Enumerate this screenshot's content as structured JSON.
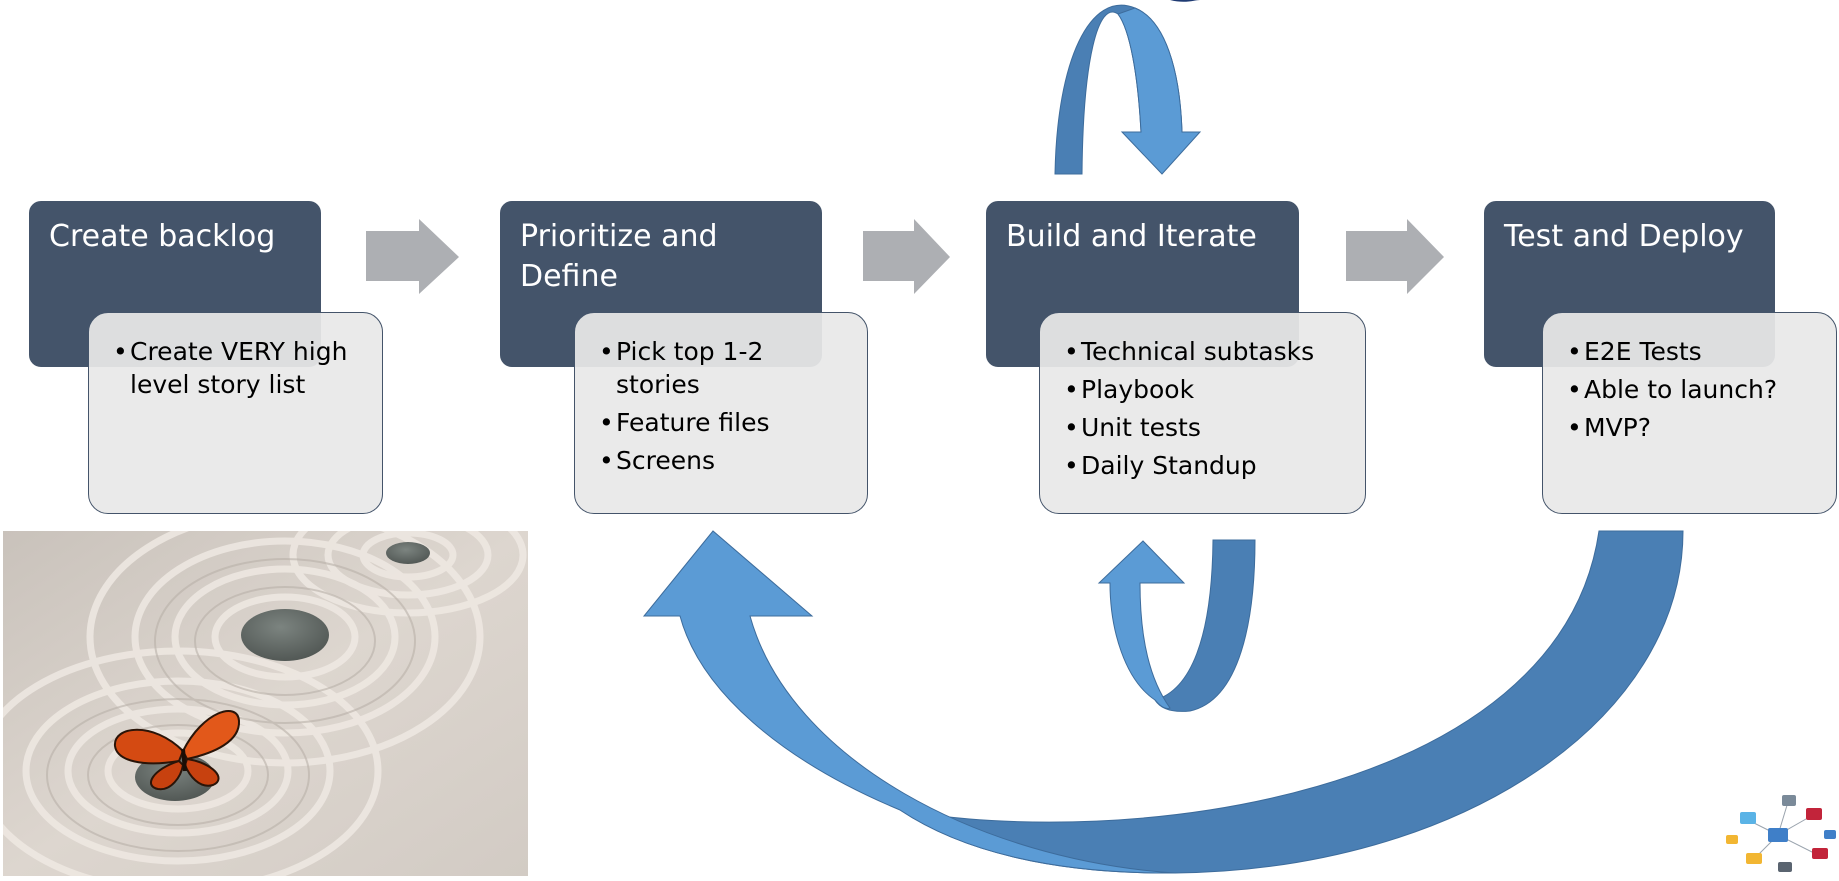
{
  "stages": [
    {
      "title": "Create backlog",
      "bullets": [
        "Create VERY high level story list"
      ]
    },
    {
      "title": "Prioritize and Define",
      "bullets": [
        "Pick top 1-2 stories",
        "Feature files",
        "Screens"
      ]
    },
    {
      "title": "Build and Iterate",
      "bullets": [
        "Technical subtasks",
        "Playbook",
        "Unit tests",
        "Daily Standup"
      ]
    },
    {
      "title": "Test and Deploy",
      "bullets": [
        "E2E Tests",
        "Able to launch?",
        "MVP?"
      ]
    }
  ],
  "colors": {
    "header_fill": "#44546a",
    "body_fill": "#e8e8e8",
    "step_arrow": "#adafb3",
    "cycle_arrow_light": "#5b9bd5",
    "cycle_arrow_dark": "#4a7fb4"
  },
  "icons": {
    "step_arrow": "right-block-arrow",
    "loops": [
      "curved-loop-arrow-top",
      "curved-loop-arrow-bottom",
      "curved-return-arrow"
    ]
  },
  "images": {
    "photo": "zen garden sand with stones and butterfly",
    "logo": "network devices illustration"
  }
}
